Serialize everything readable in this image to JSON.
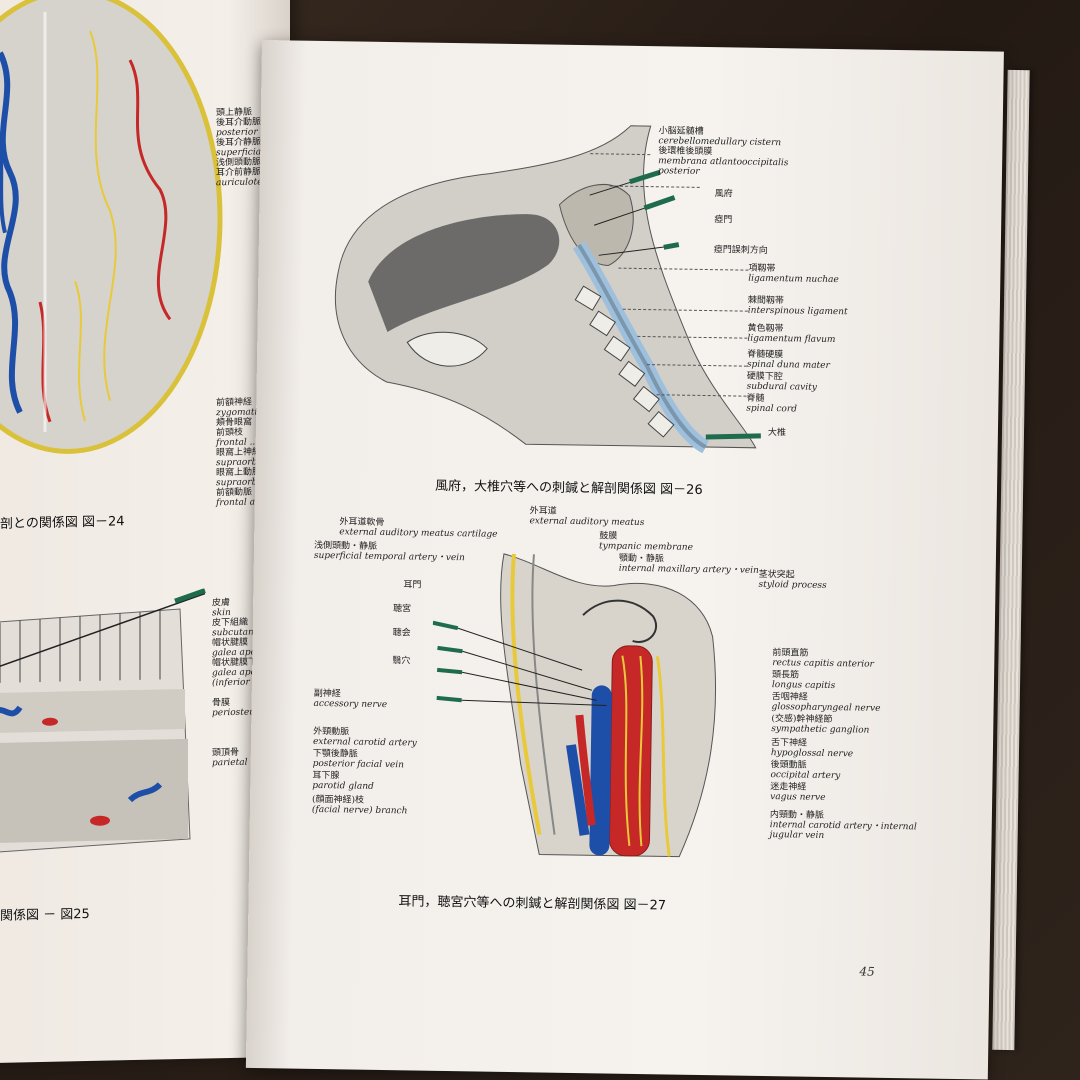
{
  "left_page": {
    "caption_24": "剖との関係図 図－24",
    "caption_25": "関係図 － 図25",
    "labels_24": [
      "頭上静脈",
      "後耳介動脈",
      "後耳介静脈",
      "浅側頭動脈",
      "耳介前静脈",
      "前額神経",
      "頬骨眼窩",
      "前頭枝",
      "眼窩上神経",
      "眼窩上動脈",
      "前額動脈"
    ],
    "labels_24_en": [
      "posterior",
      "superficial",
      "auriculotemporal",
      "zygomaticotemporal",
      "frontal ...",
      "supraorbital",
      "supraorbital artery",
      "frontal artery"
    ],
    "labels_25": [
      "皮膚",
      "skin",
      "皮下組織",
      "subcutaneous",
      "帽状腱膜",
      "galea aponeur",
      "帽状腱膜下",
      "galea aponeur",
      "(inferior lay",
      "骨膜",
      "periosteum",
      "頭頂骨",
      "parietal bon"
    ]
  },
  "figure_26": {
    "caption": "風府，大椎穴等への刺鍼と解剖関係図 図－26",
    "labels": [
      {
        "jp": "小脳延髄槽",
        "en": "cerebellomedullary cistern"
      },
      {
        "jp": "後環椎後頭膜",
        "en": "membrana atlantooccipitalis posterior"
      },
      {
        "jp": "風府",
        "en": ""
      },
      {
        "jp": "瘂門",
        "en": ""
      },
      {
        "jp": "瘂門誤刺方向",
        "en": ""
      },
      {
        "jp": "項靱帯",
        "en": "ligamentum nuchae"
      },
      {
        "jp": "棘間靱帯",
        "en": "interspinous ligament"
      },
      {
        "jp": "黄色靱帯",
        "en": "ligamentum flavum"
      },
      {
        "jp": "脊髄硬膜",
        "en": "spinal duna mater"
      },
      {
        "jp": "硬膜下腔",
        "en": "subdural cavity"
      },
      {
        "jp": "脊髄",
        "en": "spinal cord"
      },
      {
        "jp": "大椎",
        "en": ""
      }
    ]
  },
  "figure_27": {
    "caption": "耳門，聴宮穴等への刺鍼と解剖関係図 図－27",
    "labels_left": [
      {
        "jp": "外耳道軟骨",
        "en": "external auditory meatus cartilage"
      },
      {
        "jp": "浅側頭動・静脈",
        "en": "superficial temporal artery・vein"
      },
      {
        "jp": "耳門",
        "en": ""
      },
      {
        "jp": "聴宮",
        "en": ""
      },
      {
        "jp": "聴会",
        "en": ""
      },
      {
        "jp": "翳穴",
        "en": ""
      },
      {
        "jp": "副神経",
        "en": "accessory nerve"
      },
      {
        "jp": "外頸動脈",
        "en": "external carotid artery"
      },
      {
        "jp": "下顎後静脈",
        "en": "posterior facial vein"
      },
      {
        "jp": "耳下腺",
        "en": "parotid gland"
      },
      {
        "jp": "(顔面神経)枝",
        "en": "(facial nerve) branch"
      }
    ],
    "labels_top": [
      {
        "jp": "外耳道",
        "en": "external auditory meatus"
      },
      {
        "jp": "鼓膜",
        "en": "tympanic membrane"
      },
      {
        "jp": "顎動・静脈",
        "en": "internal maxillary artery・vein"
      },
      {
        "jp": "茎状突起",
        "en": "styloid process"
      }
    ],
    "labels_right": [
      {
        "jp": "前頭直筋",
        "en": "rectus capitis anterior"
      },
      {
        "jp": "頭長筋",
        "en": "longus capitis"
      },
      {
        "jp": "舌咽神経",
        "en": "glossopharyngeal nerve"
      },
      {
        "jp": "(交感)幹神経節",
        "en": "sympathetic ganglion"
      },
      {
        "jp": "舌下神経",
        "en": "hypoglossal nerve"
      },
      {
        "jp": "後頭動脈",
        "en": "occipital artery"
      },
      {
        "jp": "迷走神経",
        "en": "vagus nerve"
      },
      {
        "jp": "内頸動・静脈",
        "en": "internal carotid artery・internal jugular vein"
      }
    ]
  },
  "page_number": "45",
  "colors": {
    "needle": "#1f6b4e",
    "artery": "#c62828",
    "vein": "#1e4fa8",
    "nerve": "#e8c93a",
    "csf": "#9fc0dc"
  }
}
